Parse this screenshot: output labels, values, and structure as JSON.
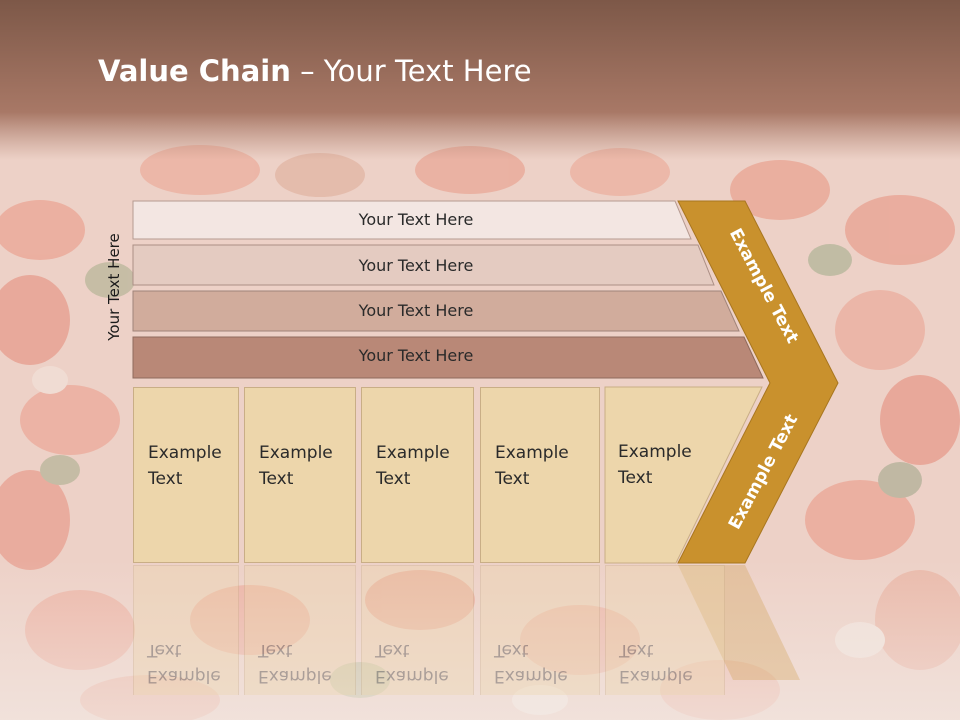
{
  "title": {
    "bold": "Value Chain",
    "rest": " – Your Text Here"
  },
  "side_label": "Your Text Here",
  "bars": [
    {
      "label": "Your Text Here",
      "color": "#f3e6e2"
    },
    {
      "label": "Your Text Here",
      "color": "#e4cbc1"
    },
    {
      "label": "Your Text Here",
      "color": "#d1ac9c"
    },
    {
      "label": "Your Text Here",
      "color": "#b98877"
    }
  ],
  "columns": [
    {
      "line1": "Example",
      "line2": "Text"
    },
    {
      "line1": "Example",
      "line2": "Text"
    },
    {
      "line1": "Example",
      "line2": "Text"
    },
    {
      "line1": "Example",
      "line2": "Text"
    },
    {
      "line1": "Example",
      "line2": "Text"
    }
  ],
  "chevron": {
    "top_text": "Example Text",
    "bottom_text": "Example Text",
    "color": "#c9912d"
  },
  "colors": {
    "header": "#a87866",
    "column_fill": "#edd6ab"
  }
}
